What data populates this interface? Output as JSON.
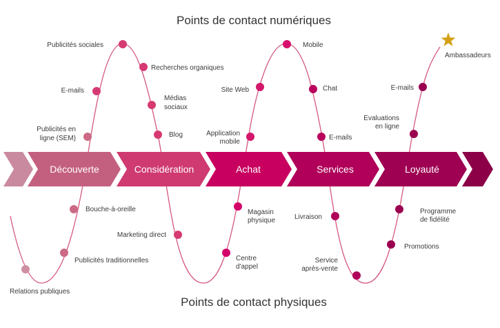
{
  "titles": {
    "digital": "Points de contact numériques",
    "physical": "Points de contact physiques"
  },
  "colors": {
    "curve": "#d4577e",
    "star": "#d4a017",
    "stage_colors": [
      "#c98a9f",
      "#c4607f",
      "#cf3a70",
      "#c8005f",
      "#b0005a",
      "#9e0052",
      "#8c0048"
    ]
  },
  "stages": [
    {
      "label": ""
    },
    {
      "label": "Découverte"
    },
    {
      "label": "Considération"
    },
    {
      "label": "Achat"
    },
    {
      "label": "Services"
    },
    {
      "label": "Loyauté"
    },
    {
      "label": ""
    }
  ],
  "touchpoints": {
    "decouverte": [
      {
        "label": "Publicités sociales",
        "type": "digital"
      },
      {
        "label": "E-mails",
        "type": "digital"
      },
      {
        "label": "Publicités en ligne (SEM)",
        "type": "digital"
      },
      {
        "label": "Bouche-à-oreille",
        "type": "physical"
      },
      {
        "label": "Publicités traditionnelles",
        "type": "physical"
      },
      {
        "label": "Relations publiques",
        "type": "physical"
      }
    ],
    "consideration": [
      {
        "label": "Recherches organiques",
        "type": "digital"
      },
      {
        "label": "Médias sociaux",
        "type": "digital"
      },
      {
        "label": "Blog",
        "type": "digital"
      },
      {
        "label": "Marketing direct",
        "type": "physical"
      }
    ],
    "achat": [
      {
        "label": "Site Web",
        "type": "digital"
      },
      {
        "label": "Application mobile",
        "type": "digital"
      },
      {
        "label": "Magasin physique",
        "type": "physical"
      },
      {
        "label": "Centre d'appel",
        "type": "physical"
      }
    ],
    "services": [
      {
        "label": "Mobile",
        "type": "digital"
      },
      {
        "label": "Chat",
        "type": "digital"
      },
      {
        "label": "E-mails",
        "type": "digital"
      },
      {
        "label": "Livraison",
        "type": "physical"
      },
      {
        "label": "Service après-vente",
        "type": "physical"
      }
    ],
    "loyaute": [
      {
        "label": "E-mails",
        "type": "digital"
      },
      {
        "label": "Evaluations en ligne",
        "type": "digital"
      },
      {
        "label": "Programme de fidélité",
        "type": "physical"
      },
      {
        "label": "Promotions",
        "type": "physical"
      },
      {
        "label": "Ambassadeurs",
        "type": "digital"
      }
    ]
  },
  "labels": {
    "pub_sociales": "Publicités sociales",
    "emails_1": "E-mails",
    "pub_en_ligne_1": "Publicités en",
    "pub_en_ligne_2": "ligne (SEM)",
    "bouche": "Bouche-à-oreille",
    "pub_trad": "Publicités traditionnelles",
    "relations": "Relations publiques",
    "recherches": "Recherches organiques",
    "medias_1": "Médias",
    "medias_2": "sociaux",
    "blog": "Blog",
    "marketing": "Marketing direct",
    "site_web": "Site Web",
    "app_1": "Application",
    "app_2": "mobile",
    "magasin_1": "Magasin",
    "magasin_2": "physique",
    "centre_1": "Centre",
    "centre_2": "d'appel",
    "mobile": "Mobile",
    "chat": "Chat",
    "emails_2": "E-mails",
    "livraison": "Livraison",
    "sav_1": "Service",
    "sav_2": "après-vente",
    "emails_3": "E-mails",
    "evals_1": "Evaluations",
    "evals_2": "en ligne",
    "prog_1": "Programme",
    "prog_2": "de fidélité",
    "promotions": "Promotions",
    "ambassadeurs": "Ambassadeurs"
  }
}
